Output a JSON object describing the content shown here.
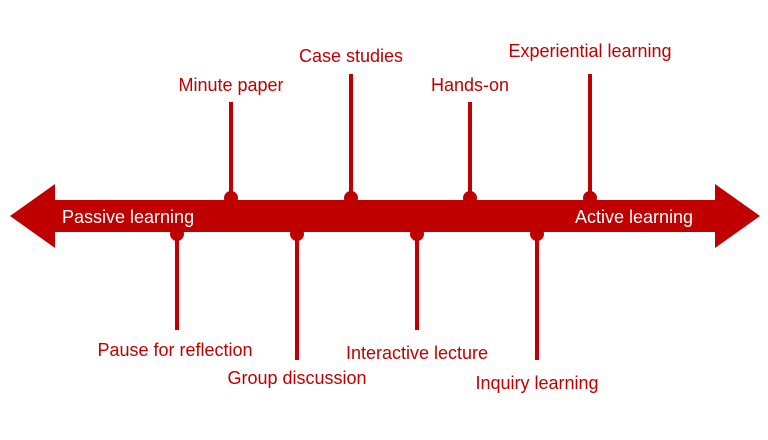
{
  "axis": {
    "left_label": "Passive learning",
    "right_label": "Active learning",
    "color": "#c00000"
  },
  "markers_above": [
    {
      "label": "Minute paper"
    },
    {
      "label": "Case studies"
    },
    {
      "label": "Hands-on"
    },
    {
      "label": "Experiential learning"
    }
  ],
  "markers_below": [
    {
      "label": "Pause for reflection"
    },
    {
      "label": "Group discussion"
    },
    {
      "label": "Interactive lecture"
    },
    {
      "label": "Inquiry learning"
    }
  ]
}
